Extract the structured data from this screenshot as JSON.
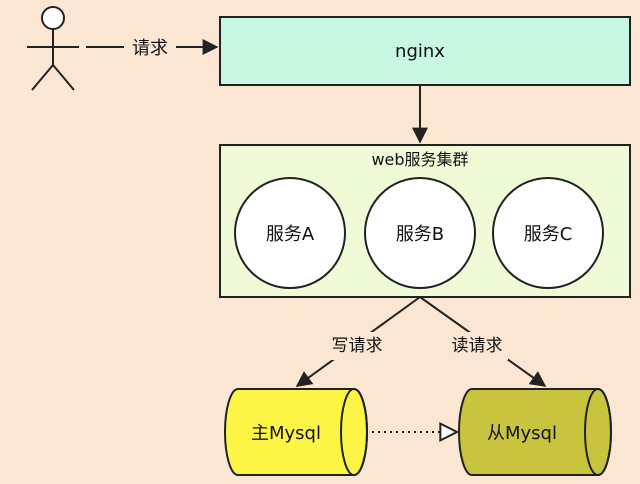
{
  "request_label": "请求",
  "nginx_label": "nginx",
  "cluster_title": "web服务集群",
  "services": [
    "服务A",
    "服务B",
    "服务C"
  ],
  "write_label": "写请求",
  "read_label": "读请求",
  "master_db_label": "主Mysql",
  "slave_db_label": "从Mysql",
  "colors": {
    "background": "#fbe6d4",
    "nginx_fill": "#c8f7e2",
    "cluster_fill": "#eefbd6",
    "service_fill": "#ffffff",
    "master_db_fill": "#fcf546",
    "slave_db_fill": "#c8c43d"
  }
}
